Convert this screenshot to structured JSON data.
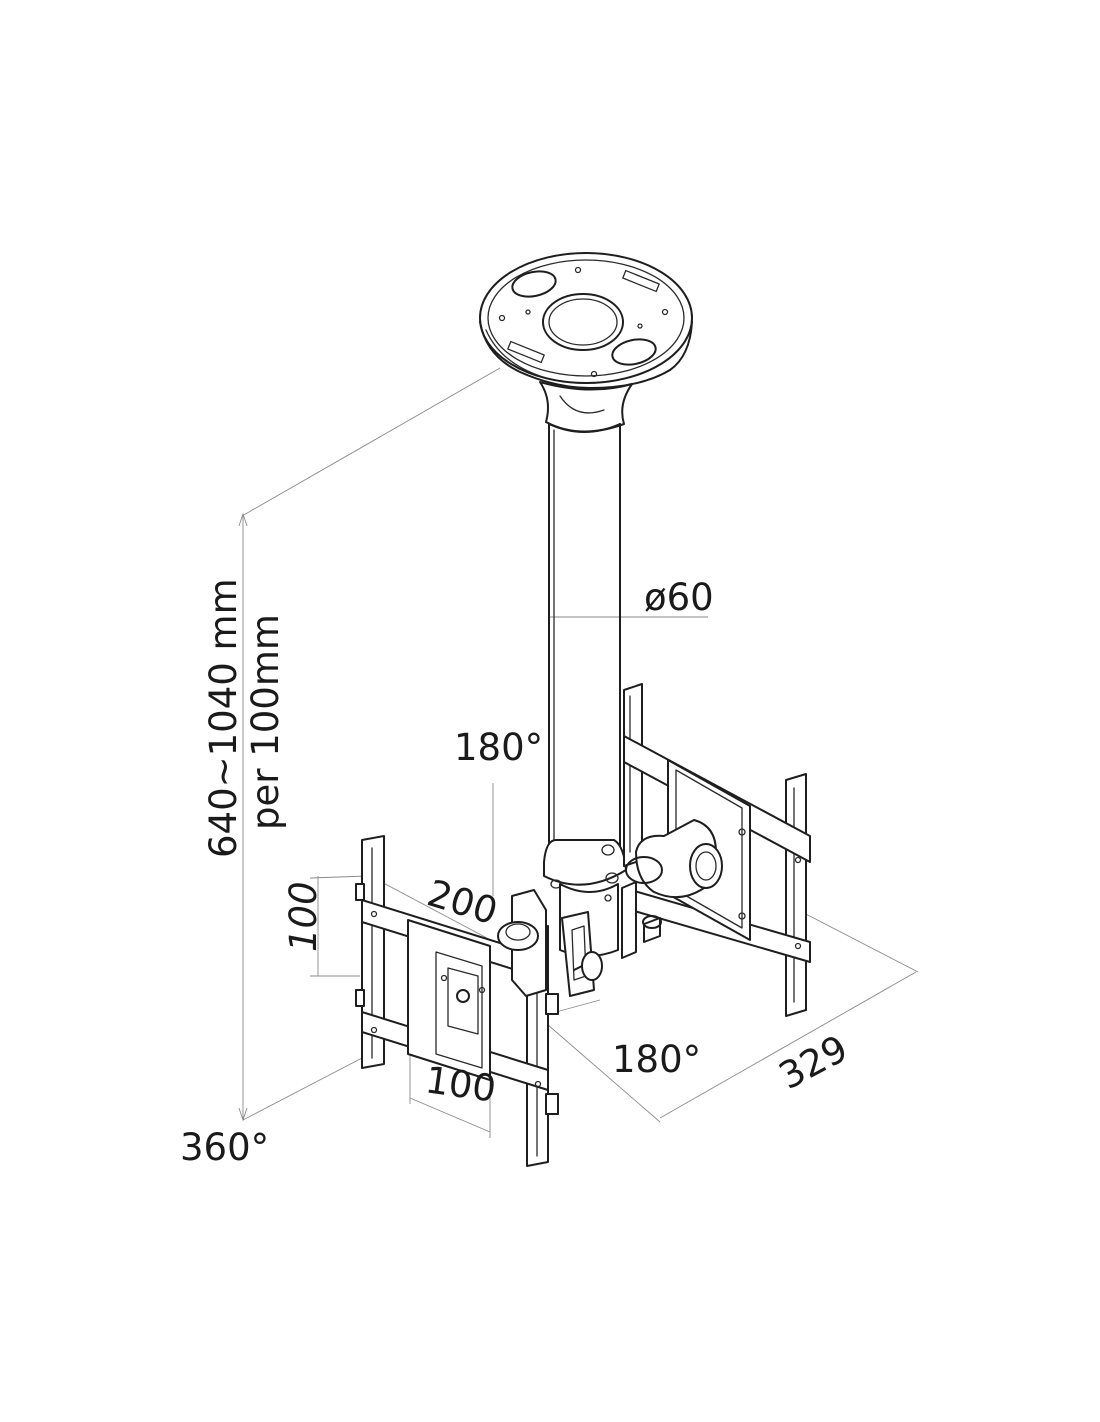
{
  "labels": {
    "height_range": "640~1040 mm",
    "height_step": "per 100mm",
    "pole_diameter": "ø60",
    "swivel_top": "180°",
    "tilt_side": "180°",
    "rotation": "360°",
    "vesa_width": "200",
    "vesa_height": "100",
    "vesa_small": "100",
    "depth": "329"
  },
  "colors": {
    "line": "#1e1e1e",
    "dimension": "#8a8a8a",
    "background": "#ffffff"
  }
}
